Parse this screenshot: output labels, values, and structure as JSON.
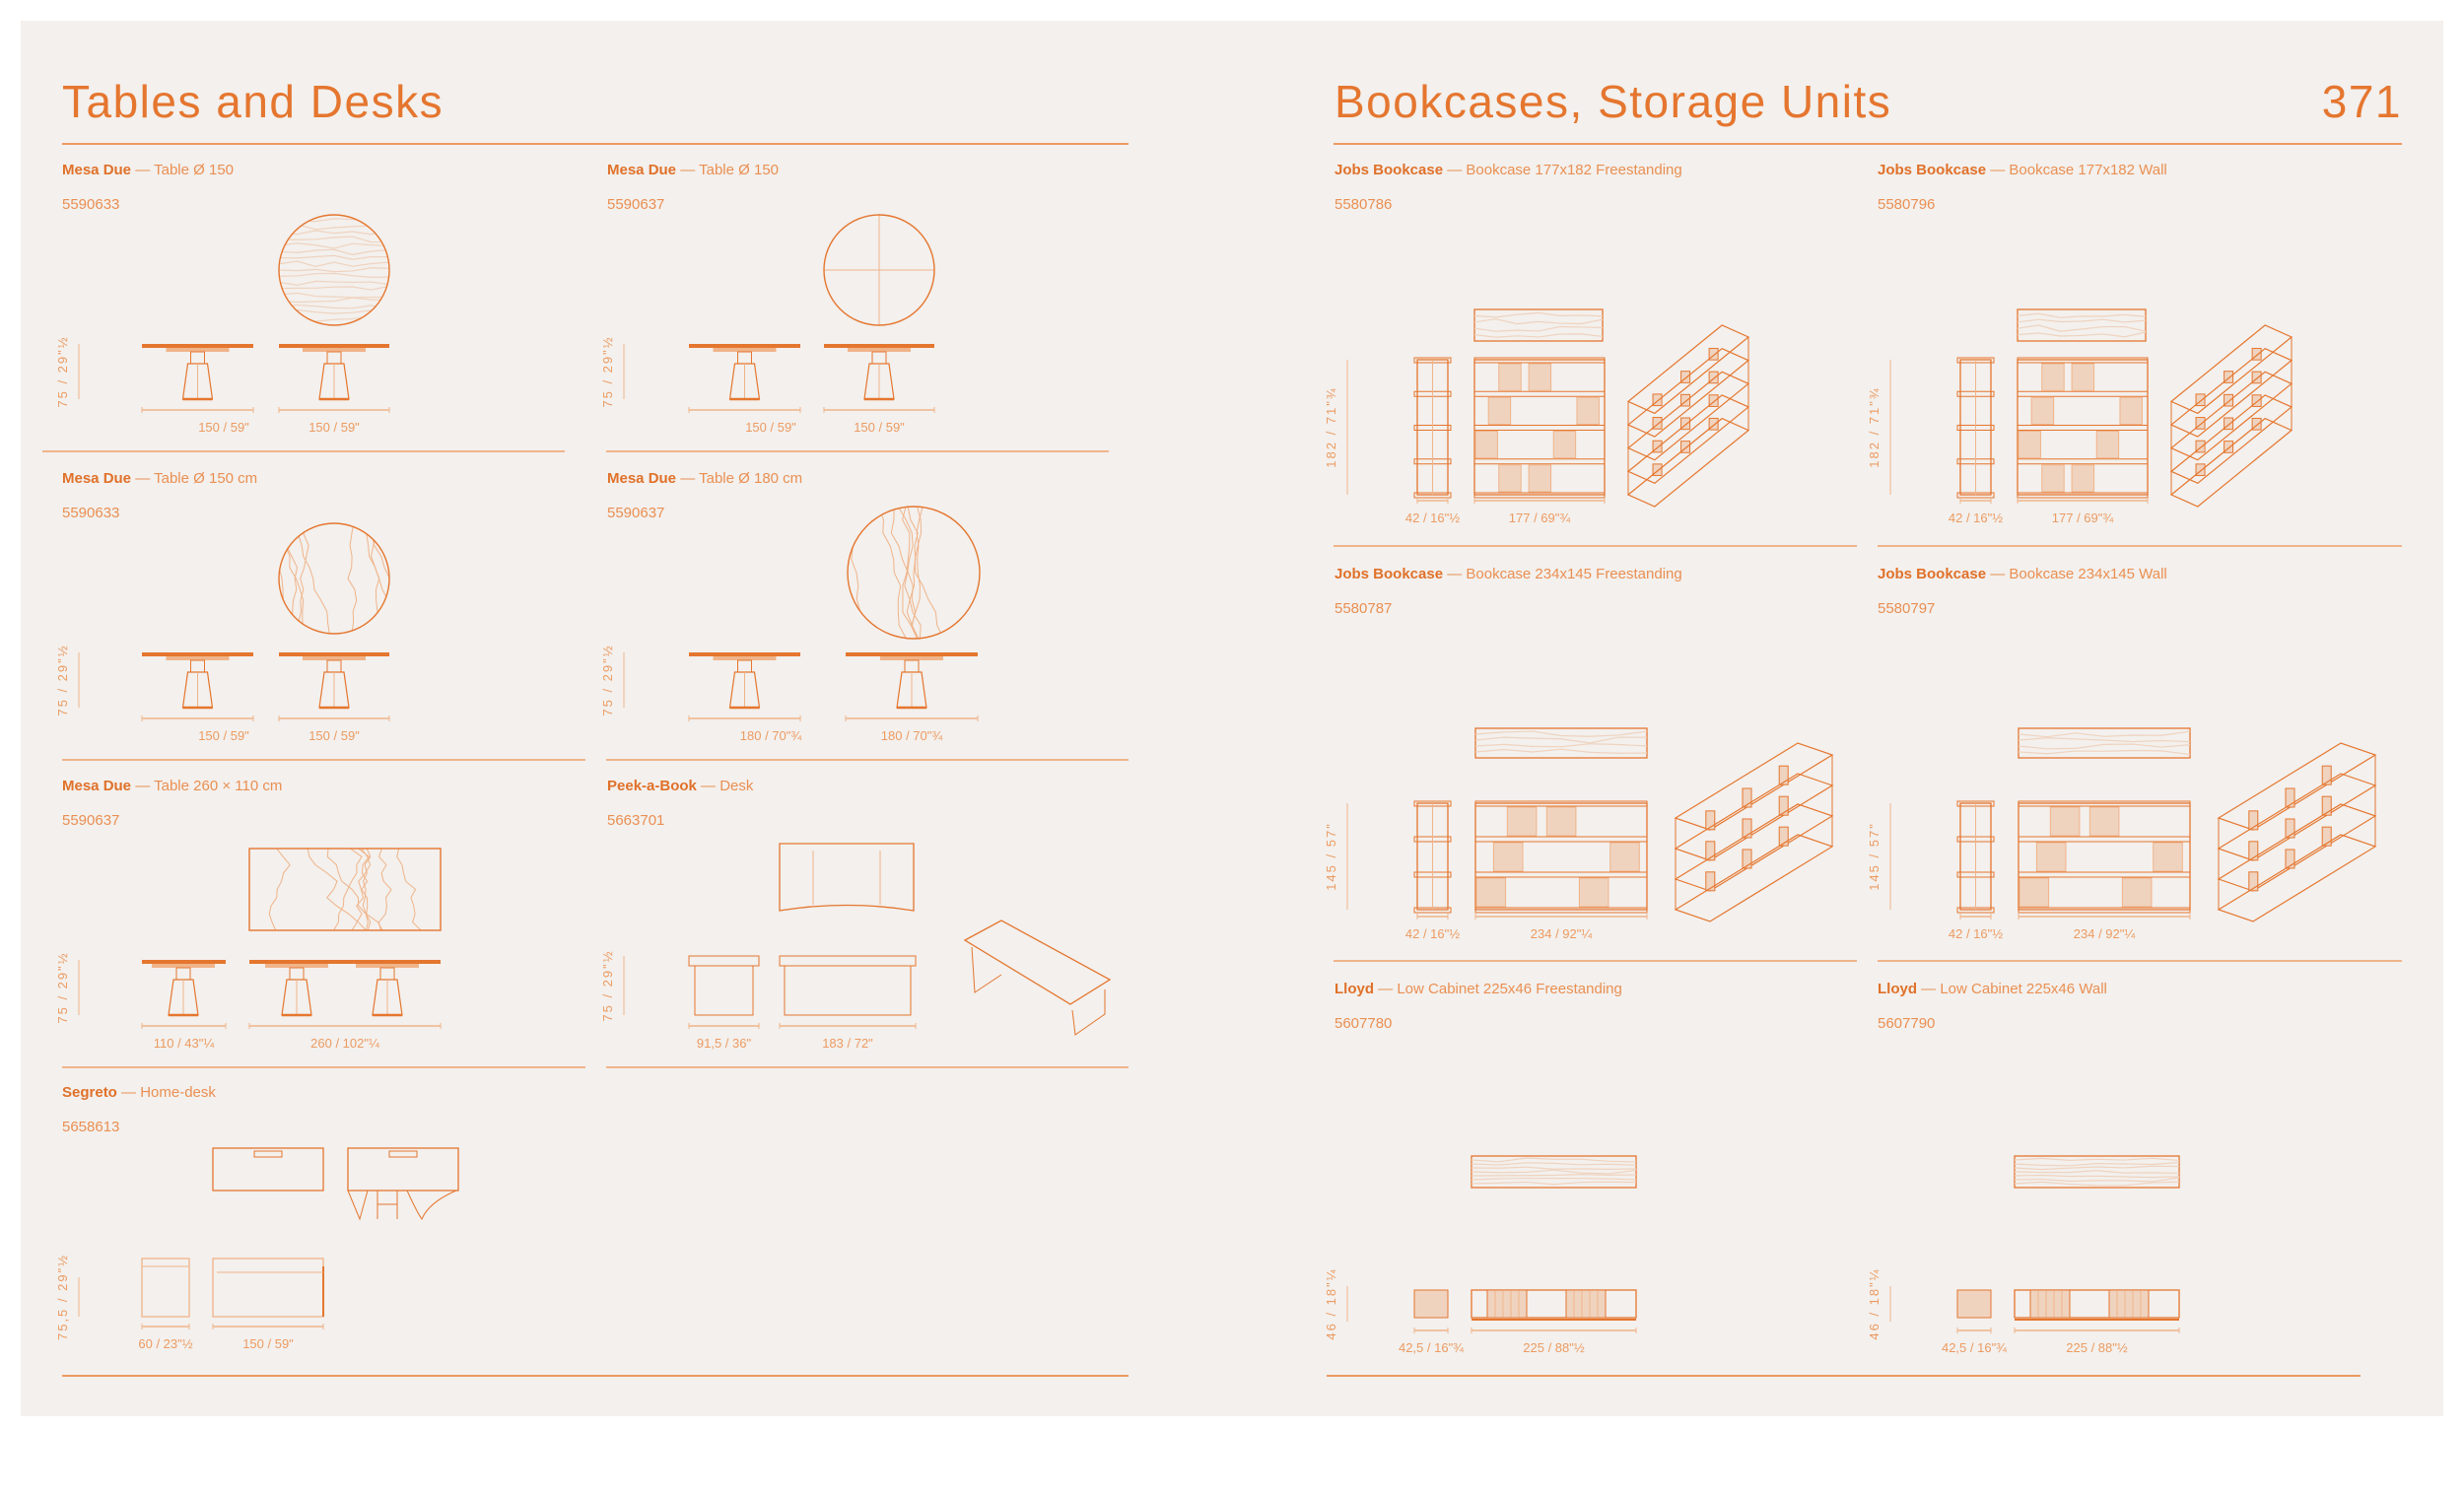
{
  "left_page": {
    "title": "Tables and Desks",
    "products": [
      {
        "name": "Mesa Due",
        "separator": " — ",
        "description": "Table Ø 150",
        "code": "5590633",
        "height_dim": "75 / 29\"½",
        "width_dims": [
          "150 / 59\"",
          "150 / 59\""
        ]
      },
      {
        "name": "Mesa Due",
        "separator": " — ",
        "description": "Table Ø 150",
        "code": "5590637",
        "height_dim": "75 / 29\"½",
        "width_dims": [
          "150 / 59\"",
          "150 / 59\""
        ]
      },
      {
        "name": "Mesa Due",
        "separator": " — ",
        "description": "Table Ø 150 cm",
        "code": "5590633",
        "height_dim": "75 / 29\"½",
        "width_dims": [
          "150 / 59\"",
          "150 / 59\""
        ]
      },
      {
        "name": "Mesa Due",
        "separator": " — ",
        "description": "Table Ø 180 cm",
        "code": "5590637",
        "height_dim": "75 / 29\"½",
        "width_dims": [
          "180 / 70\"¾",
          "180 / 70\"¾"
        ]
      },
      {
        "name": "Mesa Due",
        "separator": " — ",
        "description": "Table 260 × 110 cm",
        "code": "5590637",
        "height_dim": "75 / 29\"½",
        "width_dims": [
          "110 / 43\"¼",
          "260 / 102\"¼"
        ]
      },
      {
        "name": "Peek-a-Book",
        "separator": " — ",
        "description": "Desk",
        "code": "5663701",
        "height_dim": "75 / 29\"½",
        "width_dims": [
          "91,5 / 36\"",
          "183 / 72\""
        ]
      },
      {
        "name": "Segreto",
        "separator": " — ",
        "description": "Home-desk",
        "code": "5658613",
        "height_dim": "75,5 / 29\"½",
        "width_dims": [
          "60 / 23\"½",
          "150 / 59\""
        ]
      }
    ]
  },
  "right_page": {
    "title": "Bookcases, Storage Units",
    "page_number": "371",
    "products": [
      {
        "name": "Jobs Bookcase",
        "separator": " — ",
        "description": "Bookcase 177x182 Freestanding",
        "code": "5580786",
        "height_dim": "182 / 71\"¾",
        "width_dims": [
          "42 / 16\"½",
          "177 / 69\"¾"
        ]
      },
      {
        "name": "Jobs Bookcase",
        "separator": " — ",
        "description": "Bookcase 177x182 Wall",
        "code": "5580796",
        "height_dim": "182 / 71\"¾",
        "width_dims": [
          "42 / 16\"½",
          "177 / 69\"¾"
        ]
      },
      {
        "name": "Jobs Bookcase",
        "separator": " — ",
        "description": "Bookcase 234x145 Freestanding",
        "code": "5580787",
        "height_dim": "145 / 57\"",
        "width_dims": [
          "42 / 16\"½",
          "234 / 92\"¼"
        ]
      },
      {
        "name": "Jobs Bookcase",
        "separator": " — ",
        "description": "Bookcase 234x145 Wall",
        "code": "5580797",
        "height_dim": "145 / 57\"",
        "width_dims": [
          "42 / 16\"½",
          "234 / 92\"¼"
        ]
      },
      {
        "name": "Lloyd",
        "separator": " — ",
        "description": "Low Cabinet 225x46 Freestanding",
        "code": "5607780",
        "height_dim": "46 / 18\"¼",
        "width_dims": [
          "42,5 / 16\"¾",
          "225 / 88\"½"
        ]
      },
      {
        "name": "Lloyd",
        "separator": " — ",
        "description": "Low Cabinet 225x46 Wall",
        "code": "5607790",
        "height_dim": "46 / 18\"¼",
        "width_dims": [
          "42,5 / 16\"¾",
          "225 / 88\"½"
        ]
      }
    ]
  },
  "colors": {
    "accent": "#e5762f",
    "fill_light": "#efd3bf",
    "page_bg": "#f3f0ed"
  }
}
